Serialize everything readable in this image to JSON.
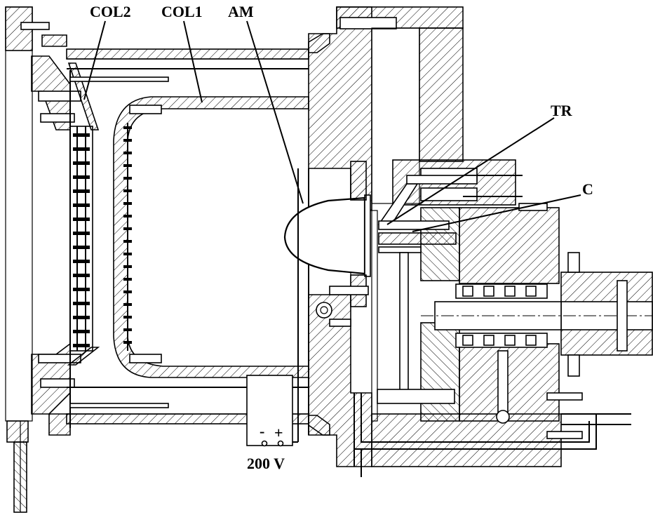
{
  "labels": {
    "col2": "COL2",
    "col1": "COL1",
    "am": "AM",
    "tr": "TR",
    "c": "C",
    "voltage": "200 V",
    "minus": "-",
    "plus": "+"
  }
}
